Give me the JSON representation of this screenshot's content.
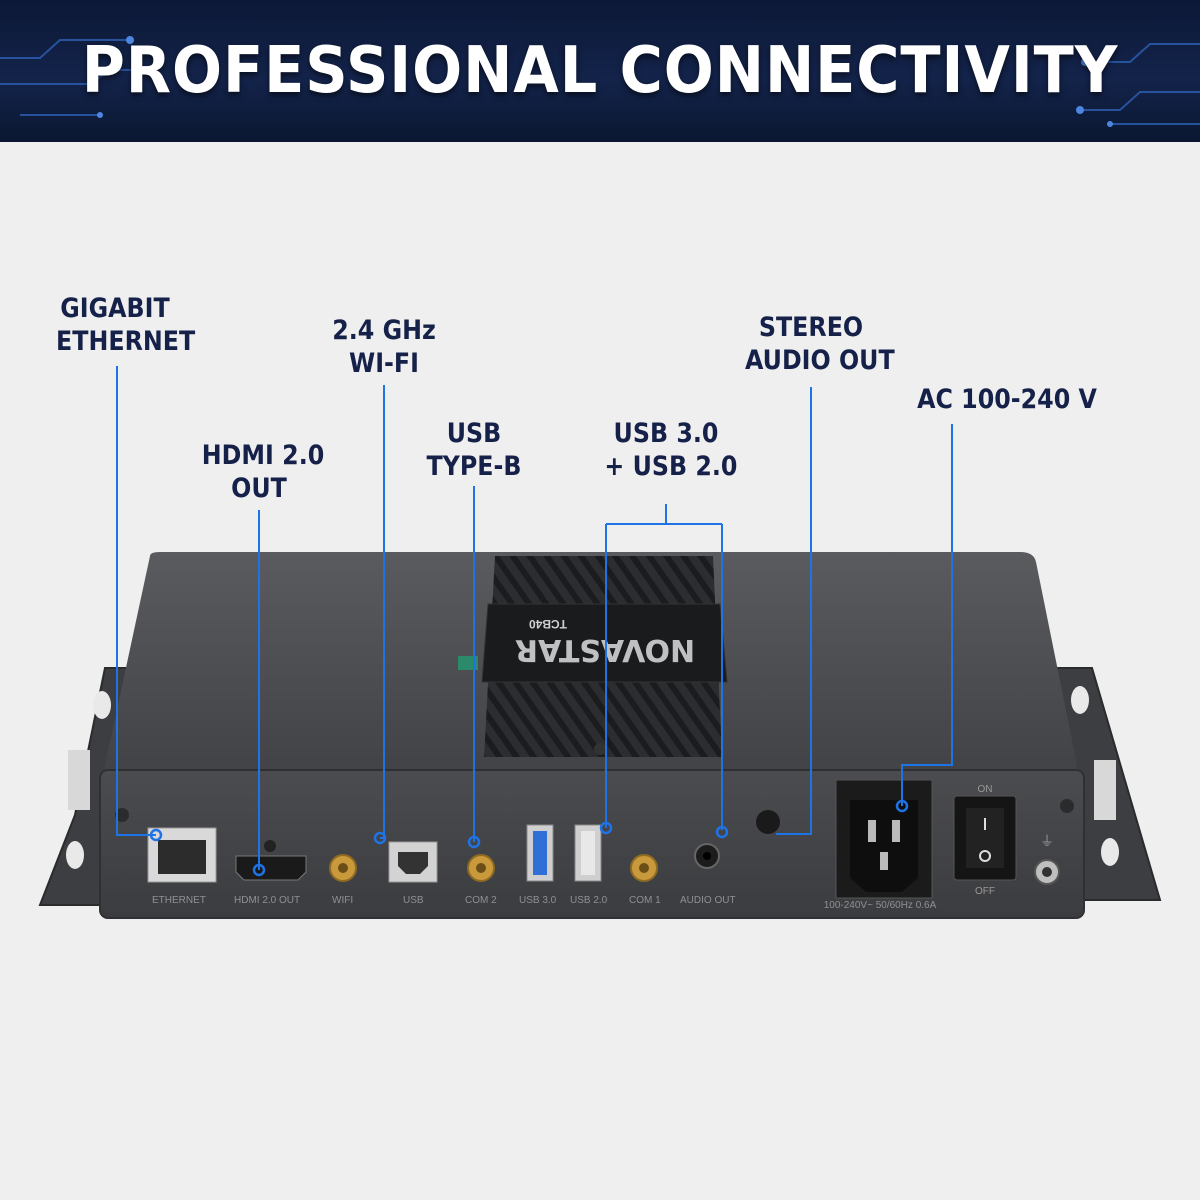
{
  "banner": {
    "title": "PROFESSIONAL CONNECTIVITY"
  },
  "callouts": {
    "ethernet": [
      "GIGABIT",
      "ETHERNET"
    ],
    "hdmi": [
      "HDMI 2.0",
      "OUT"
    ],
    "wifi": [
      "2.4 GHz",
      "WI-FI"
    ],
    "usb_b": [
      "USB",
      "TYPE-B"
    ],
    "usb3": [
      "USB 3.0",
      "+ USB 2.0"
    ],
    "audio": [
      "STEREO",
      "AUDIO OUT"
    ],
    "power": [
      "AC 100-240 V"
    ]
  },
  "device": {
    "brand": "NOVASTAR",
    "model": "TCB40",
    "switch_on": "ON",
    "switch_off": "OFF",
    "power_rating": "100-240V~ 50/60Hz 0.6A",
    "ports": {
      "ethernet": "ETHERNET",
      "hdmi": "HDMI 2.0 OUT",
      "wifi": "WIFI",
      "usb": "USB",
      "com2": "COM 2",
      "usb3": "USB 3.0",
      "usb2": "USB 2.0",
      "com1": "COM 1",
      "audio": "AUDIO OUT"
    }
  },
  "colors": {
    "banner": "#0f1d40",
    "label": "#152149",
    "callout_line": "#1e73e6",
    "chassis": "#4a4b4e",
    "usb3_blue": "#2f6fd6",
    "gold": "#c99a3c"
  }
}
